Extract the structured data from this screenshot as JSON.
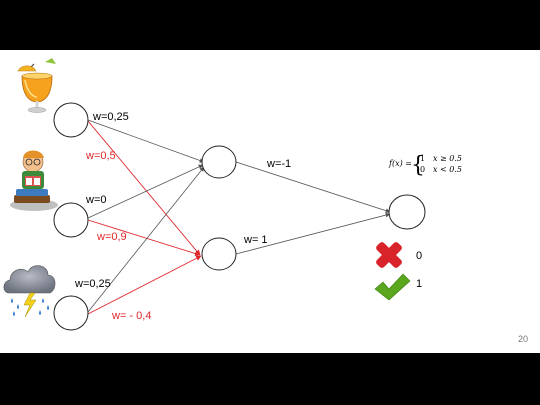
{
  "weights": {
    "in1_h1": "w=0,25",
    "in1_h2": "w=0,5",
    "in2_h1": "w=0",
    "in2_h2": "w=0,9",
    "in3_h1": "w=0,25",
    "in3_h2": "w= - 0,4",
    "h1_out": "w=-1",
    "h2_out": "w= 1"
  },
  "formula": {
    "lhs": "f(x) =",
    "case1_value": "1",
    "case1_condition": "x ≥ 0.5",
    "case2_value": "0",
    "case2_condition": "x < 0.5"
  },
  "outputs": {
    "reject_value": "0",
    "accept_value": "1"
  },
  "page_number": "20",
  "icons": [
    "cocktail-icon",
    "student-reading-icon",
    "storm-cloud-icon",
    "red-cross-icon",
    "green-checkmark-icon"
  ],
  "colors": {
    "positive_connection": "#555555",
    "negative_connection": "#e0262b",
    "cross": "#d8232a",
    "check": "#5aa71e"
  }
}
